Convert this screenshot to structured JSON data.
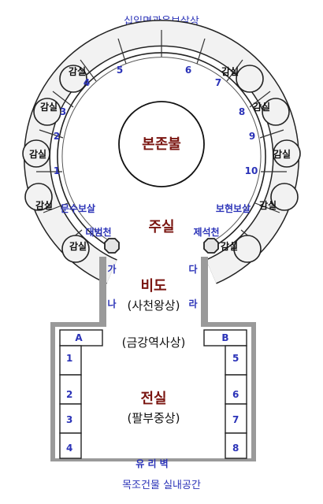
{
  "title_top": "십일면관음보살상",
  "caption_bottom": "목조건물 실내공간",
  "rotunda": {
    "central_buddha": "본존불",
    "main_hall": "주실",
    "niche_label": "감실",
    "niches_left": [
      "4",
      "3",
      "2",
      "1"
    ],
    "niches_right": [
      "7",
      "8",
      "9",
      "10"
    ],
    "top_numbers": [
      "5",
      "6"
    ],
    "left_bodhisattva": "문수보살",
    "right_bodhisattva": "보현보살",
    "left_deva": "대범천",
    "right_deva": "제석천"
  },
  "corridor": {
    "name": "비도",
    "subtitle": "(사천왕상)",
    "markers": [
      "가",
      "다",
      "나",
      "라"
    ]
  },
  "antechamber": {
    "guardian_note": "(금강역사상)",
    "name": "전실",
    "subtitle": "(팔부중상)",
    "panel_left": "A",
    "panel_right": "B",
    "left_slots": [
      "1",
      "2",
      "3",
      "4"
    ],
    "right_slots": [
      "5",
      "6",
      "7",
      "8"
    ],
    "glass_wall": "유 리 벽"
  },
  "colors": {
    "label_blue": "#2b33b8",
    "title_maroon": "#7a1510",
    "wall_grey": "#9a9a9a",
    "stone_fill": "#f2f2f2",
    "outline": "#222222"
  }
}
